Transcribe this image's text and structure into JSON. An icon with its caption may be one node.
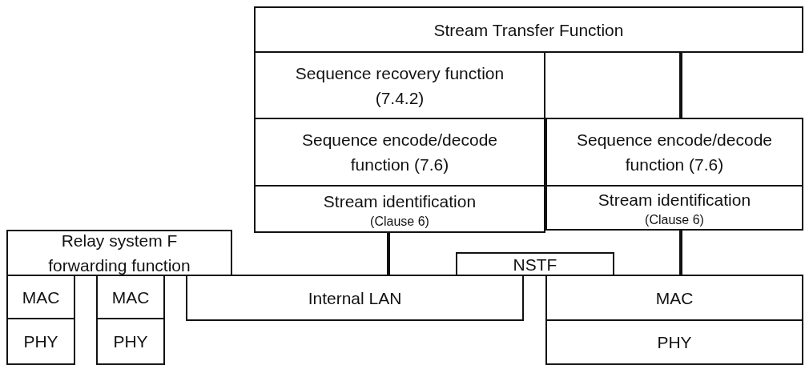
{
  "diagram": {
    "nodes": [
      {
        "text": [
          "Stream Transfer Function"
        ]
      },
      {
        "text": [
          "Sequence recovery function (7.4.2)"
        ]
      },
      {
        "text": [
          "Sequence encode/decode function (7.6)"
        ]
      },
      {
        "text": [
          "Stream identification",
          "(Clause 6)"
        ]
      },
      {
        "text": [
          "Sequence encode/decode function (7.6)"
        ]
      },
      {
        "text": [
          "Stream identification",
          "(Clause 6)"
        ]
      },
      {
        "text": [
          "Relay system F forwarding function"
        ]
      },
      {
        "text": [
          "MAC"
        ]
      },
      {
        "text": [
          "PHY"
        ]
      },
      {
        "text": [
          "MAC"
        ]
      },
      {
        "text": [
          "PHY"
        ]
      },
      {
        "text": [
          "NSTF"
        ]
      },
      {
        "text": [
          "Internal LAN"
        ]
      },
      {
        "text": [
          "MAC"
        ]
      },
      {
        "text": [
          "PHY"
        ]
      }
    ],
    "edges": [
      {
        "from": 0,
        "to": 4,
        "arrow": "none"
      },
      {
        "from": 3,
        "to": 12,
        "arrow": "none"
      },
      {
        "from": 5,
        "to": 13,
        "arrow": "none"
      }
    ]
  }
}
